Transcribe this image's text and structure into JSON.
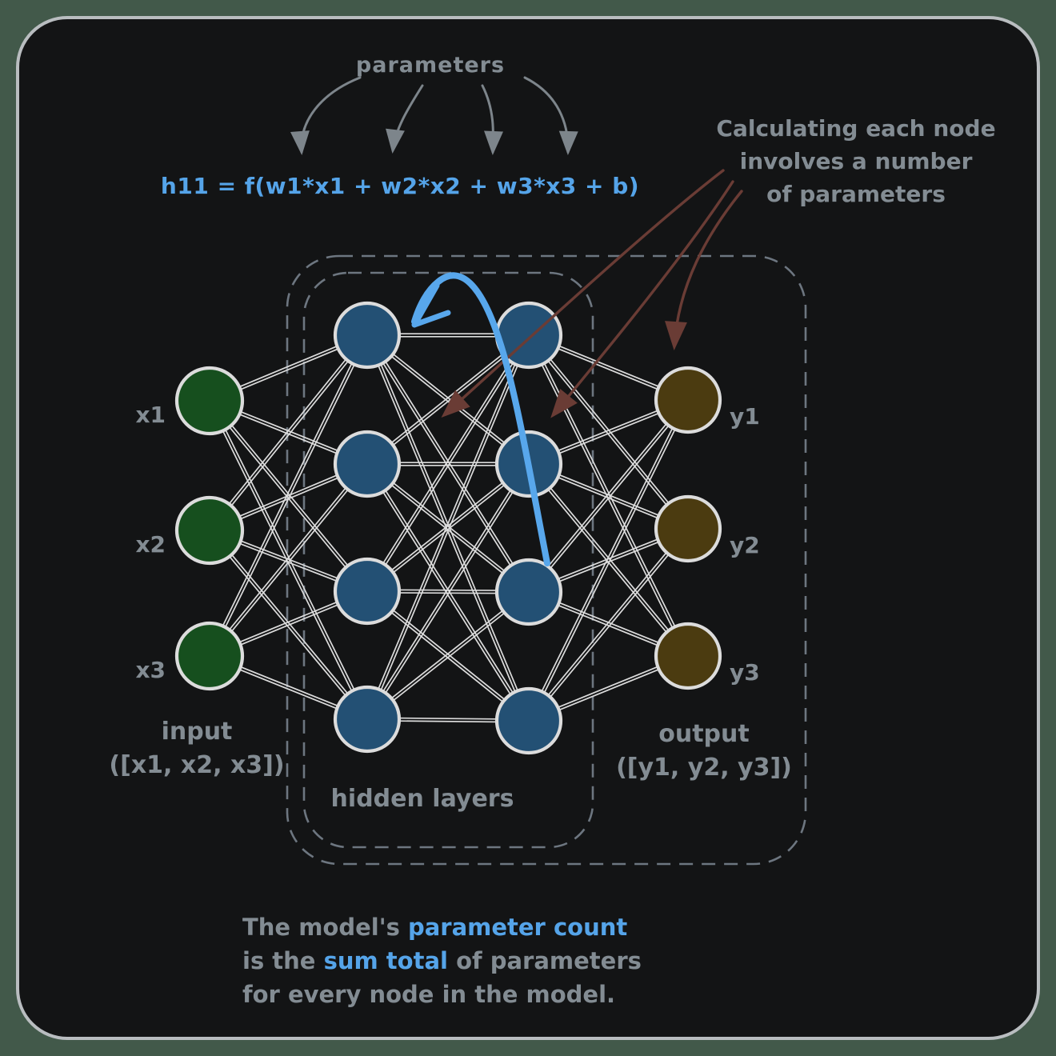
{
  "annotations": {
    "parameters_label": "parameters",
    "formula": "h11 = f(w1*x1 + w2*x2 + w3*x3 + b)",
    "callout_line1": "Calculating each node",
    "callout_line2": "involves a number",
    "callout_line3": "of parameters"
  },
  "network": {
    "input_label": "input",
    "input_sublabel": "([x1, x2, x3])",
    "input_nodes": [
      "x1",
      "x2",
      "x3"
    ],
    "hidden_label": "hidden layers",
    "output_label": "output",
    "output_sublabel": "([y1, y2, y3])",
    "output_nodes": [
      "y1",
      "y2",
      "y3"
    ]
  },
  "footer": {
    "lines": [
      {
        "segments": [
          {
            "text": "The model's ",
            "accent": false
          },
          {
            "text": "parameter count",
            "accent": true
          }
        ]
      },
      {
        "segments": [
          {
            "text": "is the ",
            "accent": false
          },
          {
            "text": "sum total",
            "accent": true
          },
          {
            "text": " of parameters",
            "accent": false
          }
        ]
      },
      {
        "segments": [
          {
            "text": "for every node in the model.",
            "accent": false
          }
        ]
      }
    ]
  },
  "colors": {
    "background": "#42594a",
    "card_bg": "#131415",
    "card_border": "#b9bdc0",
    "text_gray": "#838c93",
    "text_blue": "#55a4e9",
    "node_input": "#164f1e",
    "node_hidden": "#235074",
    "node_output": "#4b3b10",
    "node_stroke": "#dcdcdc",
    "edge": "#dcdcdc",
    "dashed_border": "#6d7680",
    "arrow_gray": "#7d858b",
    "arrow_red": "#6a3c35",
    "arrow_blue": "#58a7ec"
  }
}
